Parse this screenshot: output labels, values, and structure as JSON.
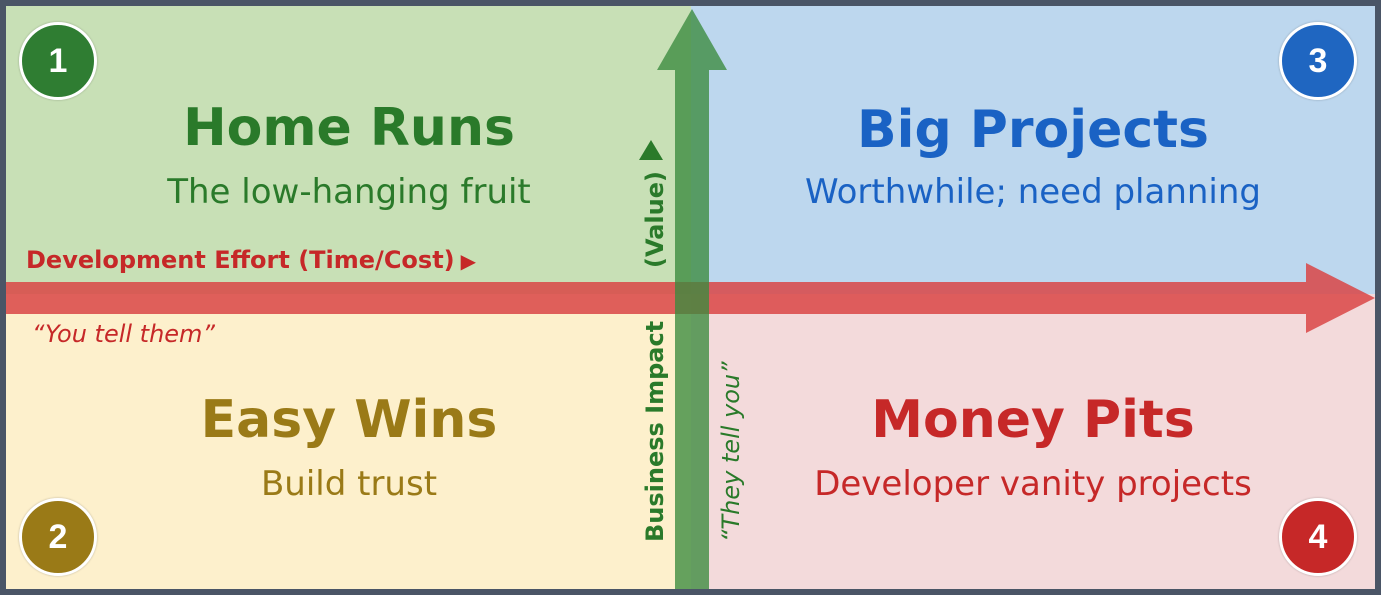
{
  "quadrants": {
    "q1": {
      "number": "1",
      "title": "Home Runs",
      "subtitle": "The low-hanging fruit",
      "color": "#2a7a2a",
      "bg": "#c8e0b6"
    },
    "q2": {
      "number": "2",
      "title": "Easy Wins",
      "subtitle": "Build trust",
      "color": "#9a7a17",
      "bg": "#fdf0cc"
    },
    "q3": {
      "number": "3",
      "title": "Big Projects",
      "subtitle": "Worthwhile; need planning",
      "color": "#1a62c4",
      "bg": "#bdd7ee"
    },
    "q4": {
      "number": "4",
      "title": "Money Pits",
      "subtitle": "Developer vanity projects",
      "color": "#c62828",
      "bg": "#f3dadb"
    }
  },
  "axes": {
    "x_label": "Development Effort (Time/Cost)",
    "x_quote": "“You tell them”",
    "y_label": "Business Impact",
    "y_value": "(Value)",
    "y_quote": "“They tell you”",
    "x_color": "#c62828",
    "y_color": "#2a7a2a"
  },
  "icons": {
    "x_pointer": "triangle-right-icon",
    "y_pointer": "triangle-up-icon"
  }
}
